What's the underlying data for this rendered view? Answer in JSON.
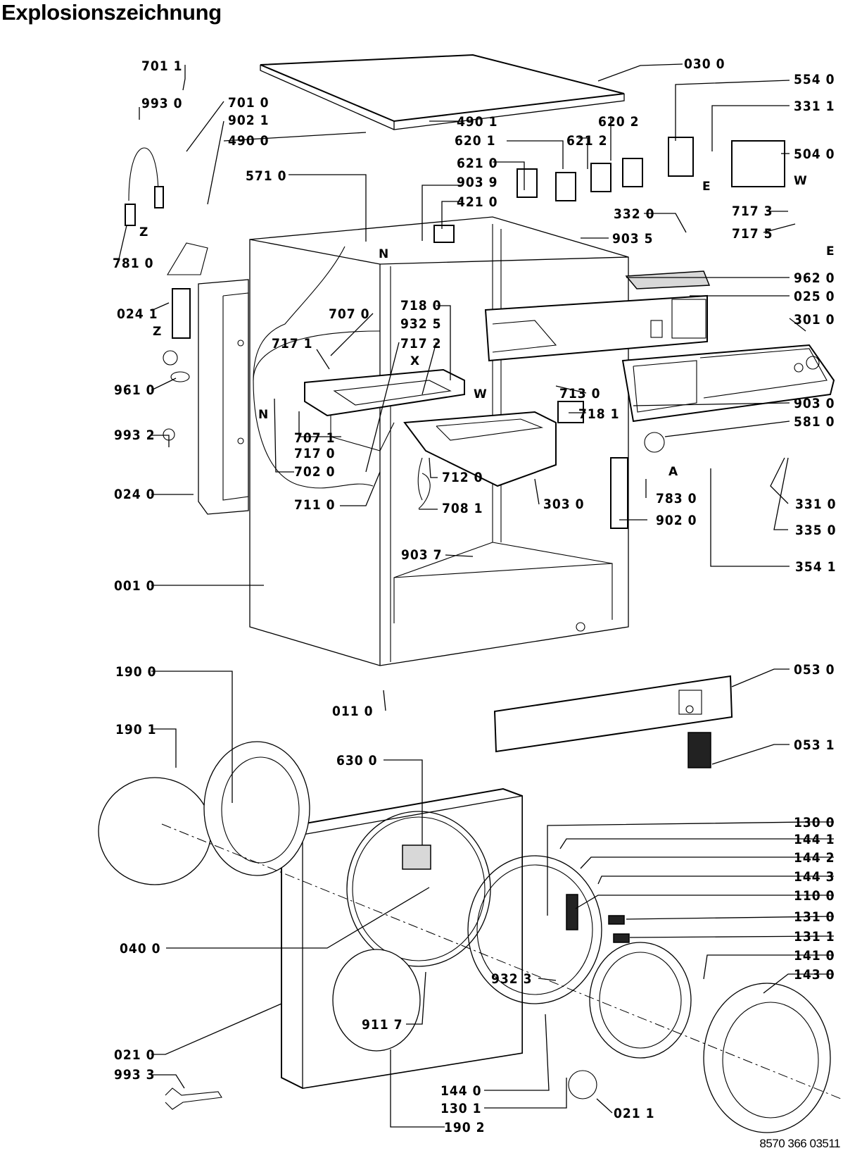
{
  "title": "Explosionszeichnung",
  "doc_number": "8570 366 03511",
  "part_labels": [
    "701 1",
    "993 0",
    "701 0",
    "902 1",
    "490 0",
    "571 0",
    "781 0",
    "024 1",
    "961 0",
    "993 2",
    "024 0",
    "001 0",
    "707 0",
    "717 1",
    "932 5",
    "718 0",
    "717 2",
    "707 1",
    "717 0",
    "702 0",
    "711 0",
    "712 0",
    "708 1",
    "303 0",
    "903 7",
    "490 1",
    "620 1",
    "620 2",
    "621 0",
    "621 2",
    "903 9",
    "421 0",
    "903 5",
    "030 0",
    "554 0",
    "331 1",
    "504 0",
    "717 3",
    "717 5",
    "332 0",
    "962 0",
    "025 0",
    "301 0",
    "713 0",
    "718 1",
    "903 0",
    "581 0",
    "783 0",
    "902 0",
    "331 0",
    "335 0",
    "354 1",
    "011 0",
    "053 0",
    "053 1",
    "190 0",
    "190 1",
    "630 0",
    "040 0",
    "911 7",
    "021 0",
    "993 3",
    "190 2",
    "130 0",
    "144 1",
    "144 2",
    "144 3",
    "110 0",
    "131 0",
    "131 1",
    "141 0",
    "143 0",
    "932 3",
    "144 0",
    "130 1",
    "021 1"
  ],
  "reference_marks": [
    "N",
    "N",
    "X",
    "W",
    "W",
    "Z",
    "Z",
    "E",
    "E",
    "A"
  ]
}
